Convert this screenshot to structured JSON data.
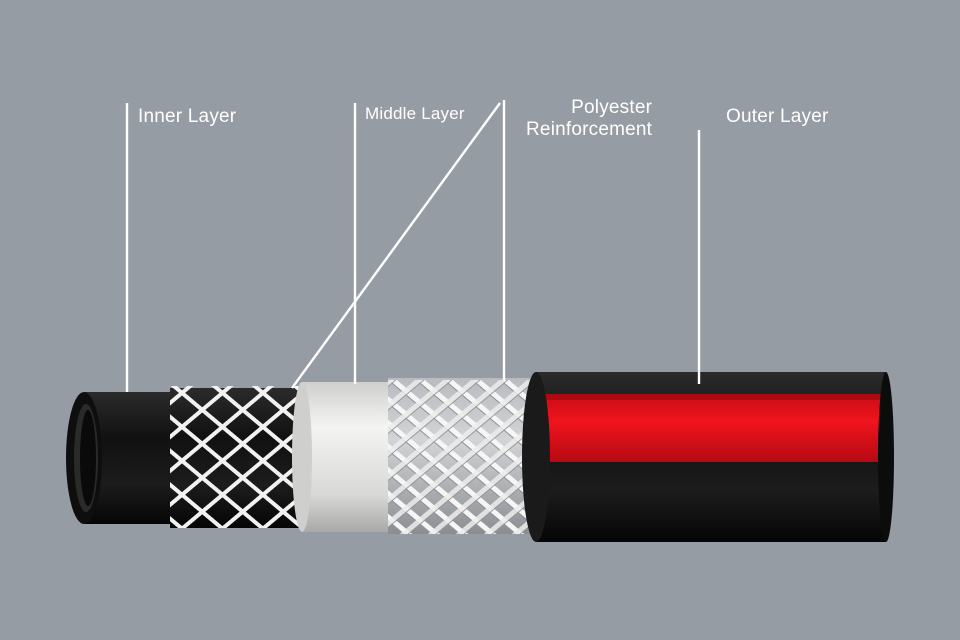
{
  "diagram": {
    "labels": {
      "inner_layer": "Inner Layer",
      "middle_layer": "Middle Layer",
      "polyester_line1": "Polyester",
      "polyester_line2": "Reinforcement",
      "outer_layer": "Outer Layer"
    },
    "colors": {
      "background": "#969ca4",
      "tube_black": "#141414",
      "outer_stripe_red": "#e0101a",
      "middle_layer_white": "#e4e4e2",
      "braid_white": "#f0f0f0",
      "leader_line": "#ffffff"
    }
  }
}
